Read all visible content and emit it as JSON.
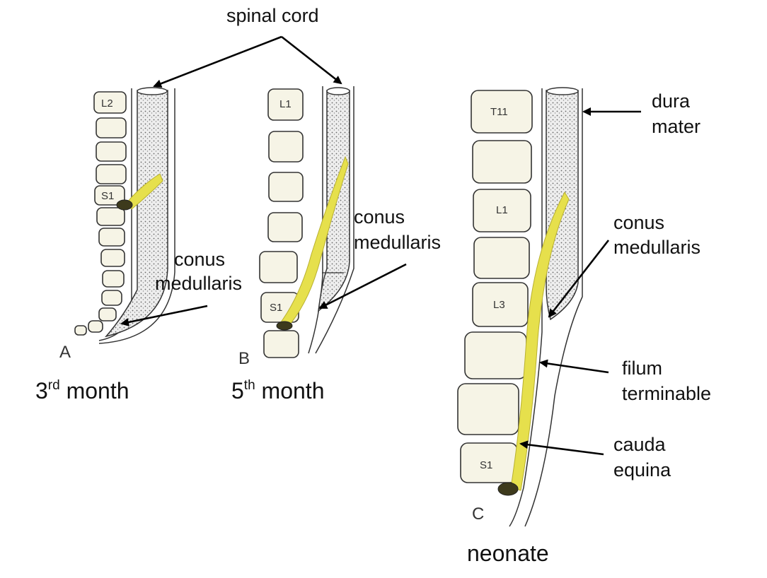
{
  "labels": {
    "spinal_cord": "spinal cord",
    "conus_a_line1": "conus",
    "conus_a_line2": "medullaris",
    "conus_b_line1": "conus",
    "conus_b_line2": "medullaris",
    "conus_c_line1": "conus",
    "conus_c_line2": "medullaris",
    "dura_line1": "dura",
    "dura_line2": "mater",
    "filum_line1": "filum",
    "filum_line2": "terminable",
    "cauda_line1": "cauda",
    "cauda_line2": "equina"
  },
  "panels": {
    "a": {
      "letter": "A",
      "stage_num": "3",
      "stage_sup": "rd",
      "stage_rest": " month"
    },
    "b": {
      "letter": "B",
      "stage_num": "5",
      "stage_sup": "th",
      "stage_rest": " month"
    },
    "c": {
      "letter": "C",
      "stage": "neonate"
    }
  },
  "vertebra_labels": {
    "a_top": "L2",
    "a_mid": "S1",
    "b_top": "L1",
    "b_mid": "S1",
    "c_top": "T11",
    "c_l1": "L1",
    "c_l3": "L3",
    "c_s1": "S1"
  },
  "colors": {
    "nerve": "#e6e04c",
    "vertebra": "#f6f4e6",
    "cord_shade": "#d9d9d9"
  }
}
